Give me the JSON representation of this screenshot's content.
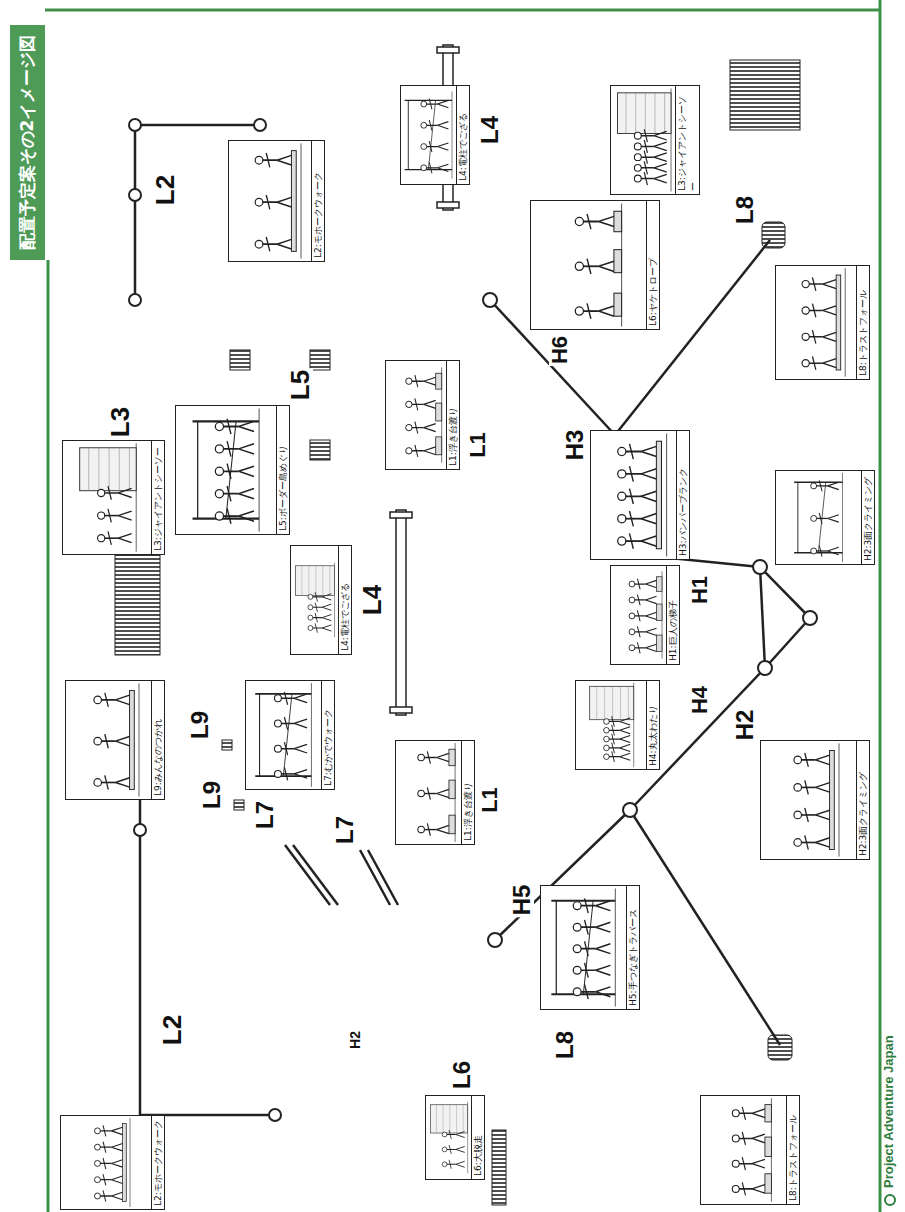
{
  "diagram": {
    "title": "配置予定案その2イメージ図",
    "nodes": [
      {
        "text": [
          "L2:モホークウォーク"
        ]
      },
      {
        "text": [
          "L4:電柱でござる"
        ]
      },
      {
        "text": [
          "L3:ジャイアントシーソー"
        ]
      },
      {
        "text": [
          "L6:ヤケトロープ"
        ]
      },
      {
        "text": [
          "L8:トラストフォール"
        ]
      },
      {
        "text": [
          "L5:ボーダー島めぐり"
        ]
      },
      {
        "text": [
          "L3:ジャイアントシーソー"
        ]
      },
      {
        "text": [
          "L1:浮き台渡り"
        ]
      },
      {
        "text": [
          "H3:バンパーブランク"
        ]
      },
      {
        "text": [
          "H2:3面クライミング"
        ]
      },
      {
        "text": [
          "L4:電柱でござる"
        ]
      },
      {
        "text": [
          "H1:巨人の梯子"
        ]
      },
      {
        "text": [
          "L9:みんなのつかれ"
        ]
      },
      {
        "text": [
          "L7:むかでウォーク"
        ]
      },
      {
        "text": [
          "H4:丸太わたり"
        ]
      },
      {
        "text": [
          "L1:浮き台渡り"
        ]
      },
      {
        "text": [
          "H2:3面クライミング"
        ]
      },
      {
        "text": [
          "H5:手つなぎトラバース"
        ]
      },
      {
        "text": [
          "L6:大脱走"
        ]
      },
      {
        "text": [
          "L8:トラストフォール"
        ]
      },
      {
        "text": [
          "L2:モホークウォーク"
        ]
      }
    ],
    "labels": [
      "L2",
      "L5",
      "L3",
      "L4",
      "L4",
      "L8",
      "L9",
      "L9",
      "L7",
      "L7",
      "L1",
      "L1",
      "H6",
      "H3",
      "H1",
      "H4",
      "H2",
      "H5",
      "L8",
      "L6",
      "H2",
      "L2",
      "Project Adventure Japan"
    ]
  }
}
